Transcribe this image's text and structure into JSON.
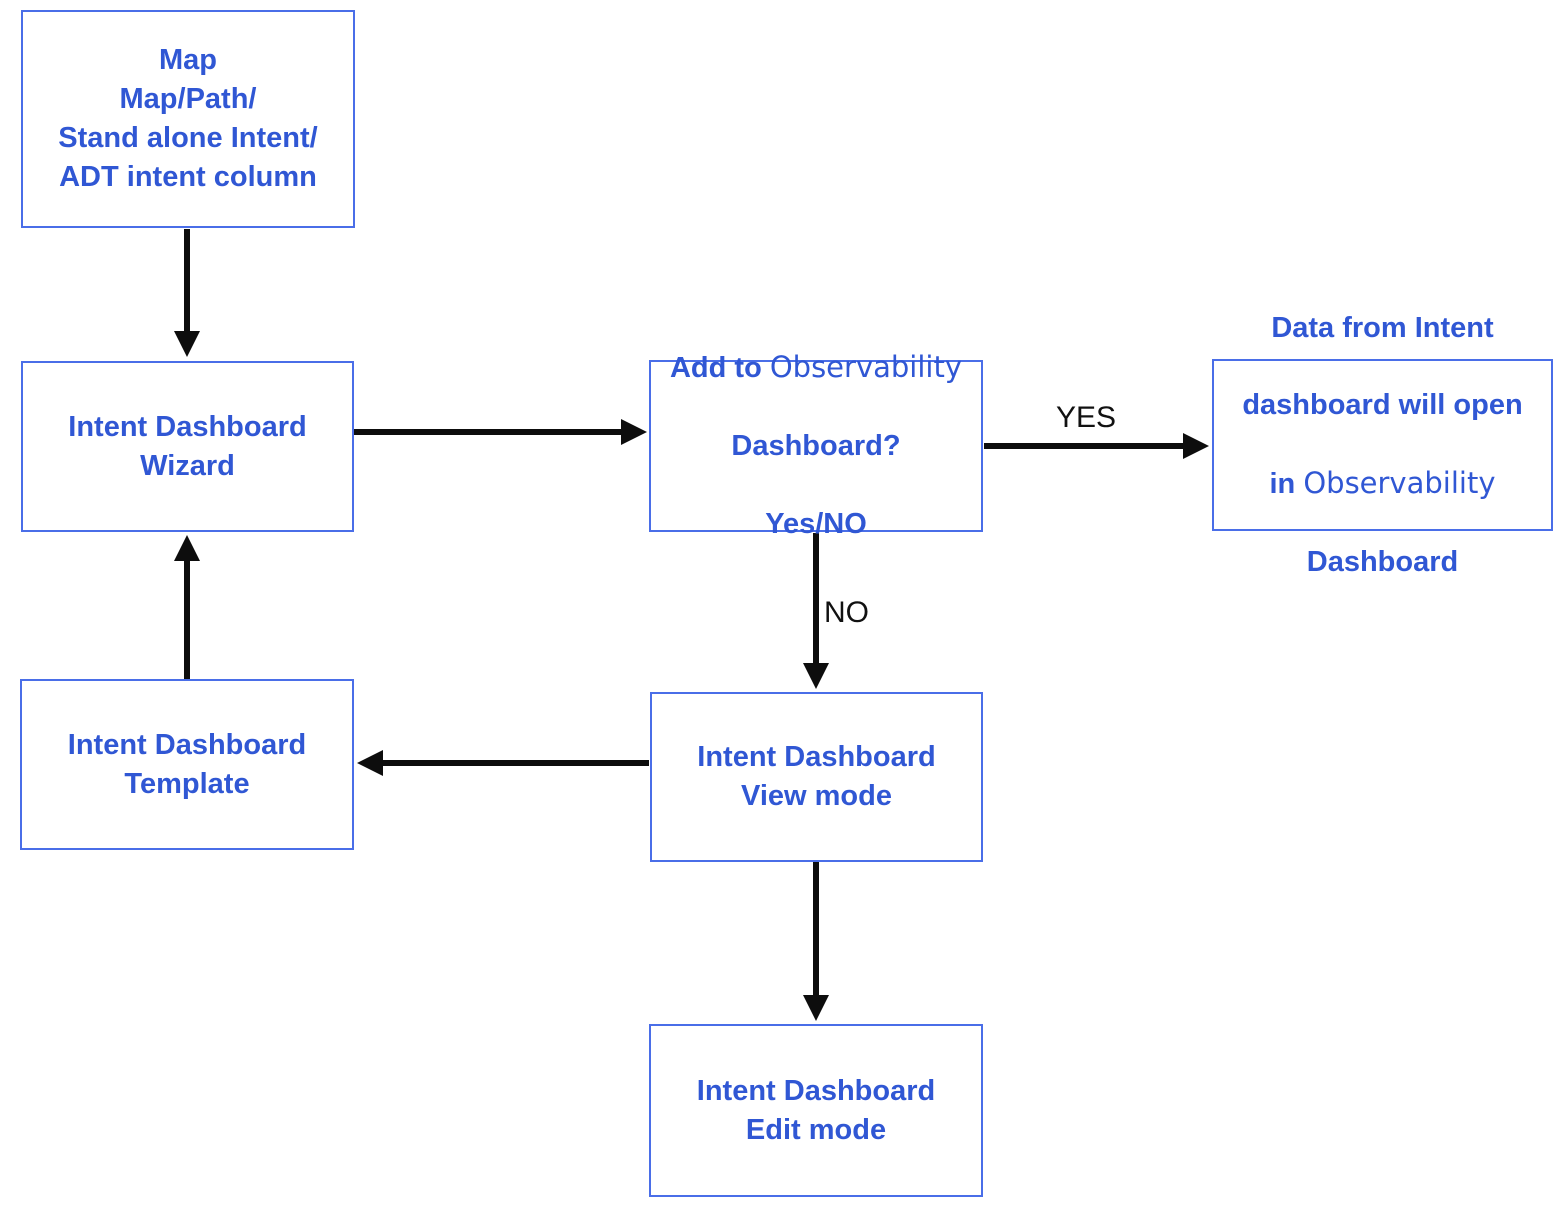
{
  "nodes": {
    "source": {
      "text": "Map\nMap/Path/\nStand alone Intent/\nADT intent column"
    },
    "wizard": {
      "text": "Intent Dashboard\nWizard"
    },
    "add_to_obs": {
      "l1a": "Add to ",
      "l1b": "Observability",
      "l2": "Dashboard?",
      "l3": "Yes/NO"
    },
    "data_open": {
      "l1": "Data from Intent",
      "l2": "dashboard will open",
      "l3a": "in ",
      "l3b": "Observability",
      "l4": "Dashboard"
    },
    "view_mode": {
      "text": "Intent Dashboard\nView mode"
    },
    "template": {
      "text": "Intent Dashboard\nTemplate"
    },
    "edit_mode": {
      "text": "Intent Dashboard\nEdit mode"
    }
  },
  "edge_labels": {
    "yes": "YES",
    "no": "NO"
  },
  "colors": {
    "node_border": "#4a6ee8",
    "node_text": "#3057d4",
    "arrow": "#0d0d0d",
    "background": "#ffffff"
  }
}
